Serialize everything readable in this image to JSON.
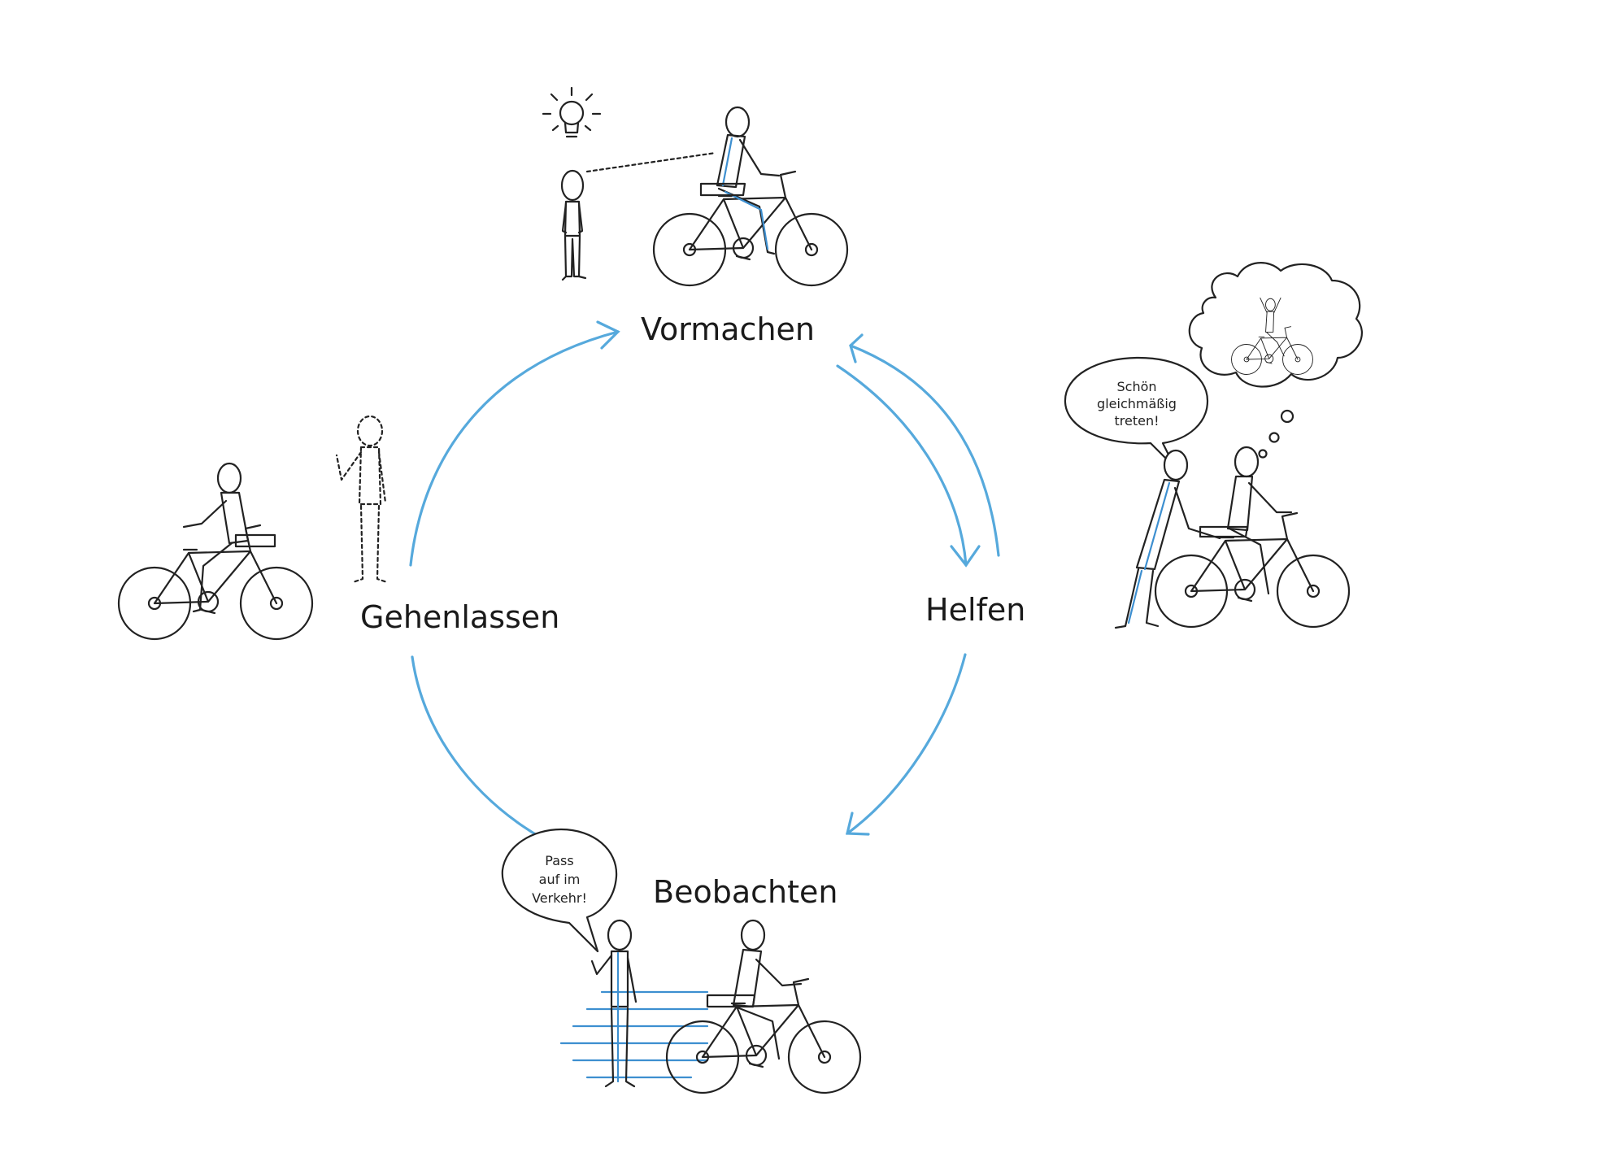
{
  "colors": {
    "accent": "#56a9dc",
    "ink": "#222222",
    "figure_blue": "#3d8fd0"
  },
  "stages": {
    "top": {
      "label": "Vormachen"
    },
    "right": {
      "label": "Helfen",
      "speech": [
        "Schön",
        "gleichmäßig",
        "treten!"
      ]
    },
    "bottom": {
      "label": "Beobachten",
      "speech": [
        "Pass",
        "auf im",
        "Verkehr!"
      ]
    },
    "left": {
      "label": "Gehenlassen"
    }
  },
  "icons": [
    "lightbulb-icon",
    "speech-bubble",
    "thought-bubble",
    "bicycle"
  ]
}
